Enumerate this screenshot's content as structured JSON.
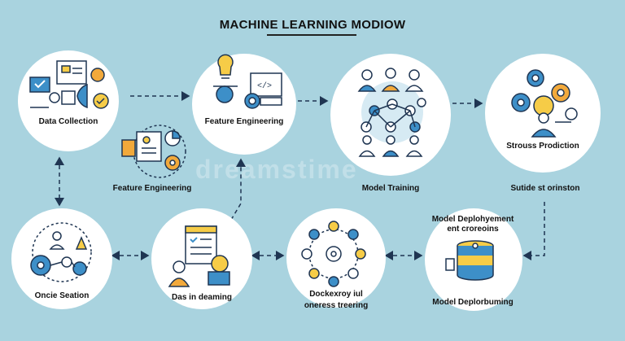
{
  "title": "MACHINE LEARNING MODIOW",
  "watermark": "dreamstime",
  "nodes": [
    {
      "id": "data-collection",
      "label": "Data Collection"
    },
    {
      "id": "feature-engineering-top",
      "label": "Feature Engineering"
    },
    {
      "id": "model-training",
      "label": "Model Training"
    },
    {
      "id": "stross-prediction",
      "label": "Strouss Prodiction"
    },
    {
      "id": "feature-engineering-mid",
      "label": "Feature Engineering"
    },
    {
      "id": "sutide-orinston",
      "label": "Sutide st orinston"
    },
    {
      "id": "oncie-seation",
      "label": "Oncie Seation"
    },
    {
      "id": "das-in-deaming",
      "label": "Das in deaming"
    },
    {
      "id": "dockerxoy",
      "label_line1": "Dockexroy iul",
      "label_line2": "oneress treering"
    },
    {
      "id": "model-deployment",
      "label_top1": "Model Deplohyement",
      "label_top2": "ent croreoins",
      "label_bottom": "Model Deplorbuming"
    }
  ],
  "colors": {
    "background": "#a9d3df",
    "navy": "#1f3552",
    "blue": "#3d8fc8",
    "orange": "#f2a93b",
    "yellow": "#f6cc47",
    "white": "#ffffff"
  }
}
